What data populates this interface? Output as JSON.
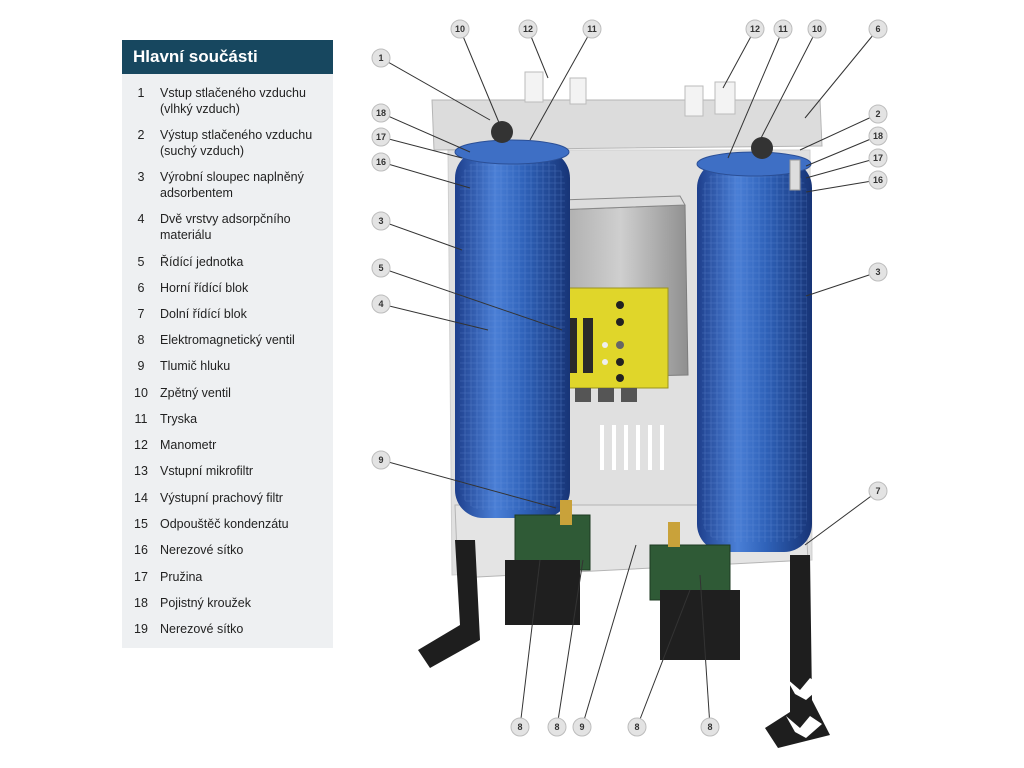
{
  "legend": {
    "title": "Hlavní součásti",
    "items": [
      {
        "num": "1",
        "label": "Vstup stlačeného vzduchu (vlhký vzduch)"
      },
      {
        "num": "2",
        "label": "Výstup stlačeného vzduchu (suchý vzduch)"
      },
      {
        "num": "3",
        "label": "Výrobní sloupec naplněný adsorbentem"
      },
      {
        "num": "4",
        "label": "Dvě vrstvy adsorpčního materiálu"
      },
      {
        "num": "5",
        "label": "Řídící jednotka"
      },
      {
        "num": "6",
        "label": "Horní řídící blok"
      },
      {
        "num": "7",
        "label": "Dolní řídící blok"
      },
      {
        "num": "8",
        "label": "Elektromagnetický ventil"
      },
      {
        "num": "9",
        "label": "Tlumič hluku"
      },
      {
        "num": "10",
        "label": "Zpětný ventil"
      },
      {
        "num": "11",
        "label": "Tryska"
      },
      {
        "num": "12",
        "label": "Manometr"
      },
      {
        "num": "13",
        "label": "Vstupní mikrofiltr"
      },
      {
        "num": "14",
        "label": "Výstupní prachový filtr"
      },
      {
        "num": "15",
        "label": "Odpouštěč kondenzátu"
      },
      {
        "num": "16",
        "label": "Nerezové sítko"
      },
      {
        "num": "17",
        "label": "Pružina"
      },
      {
        "num": "18",
        "label": "Pojistný kroužek"
      },
      {
        "num": "19",
        "label": "Nerezové sítko"
      }
    ]
  },
  "callouts": [
    "1",
    "2",
    "3",
    "3",
    "4",
    "5",
    "6",
    "7",
    "8",
    "8",
    "8",
    "8",
    "9",
    "9",
    "10",
    "10",
    "11",
    "11",
    "12",
    "12",
    "16",
    "16",
    "17",
    "17",
    "18",
    "18"
  ],
  "colors": {
    "legend_header": "#17475f",
    "legend_bg": "#eef0f2",
    "column_blue": "#2e5fb5",
    "control_yellow": "#e0d62a",
    "callout_grey": "#e3e3e3"
  }
}
